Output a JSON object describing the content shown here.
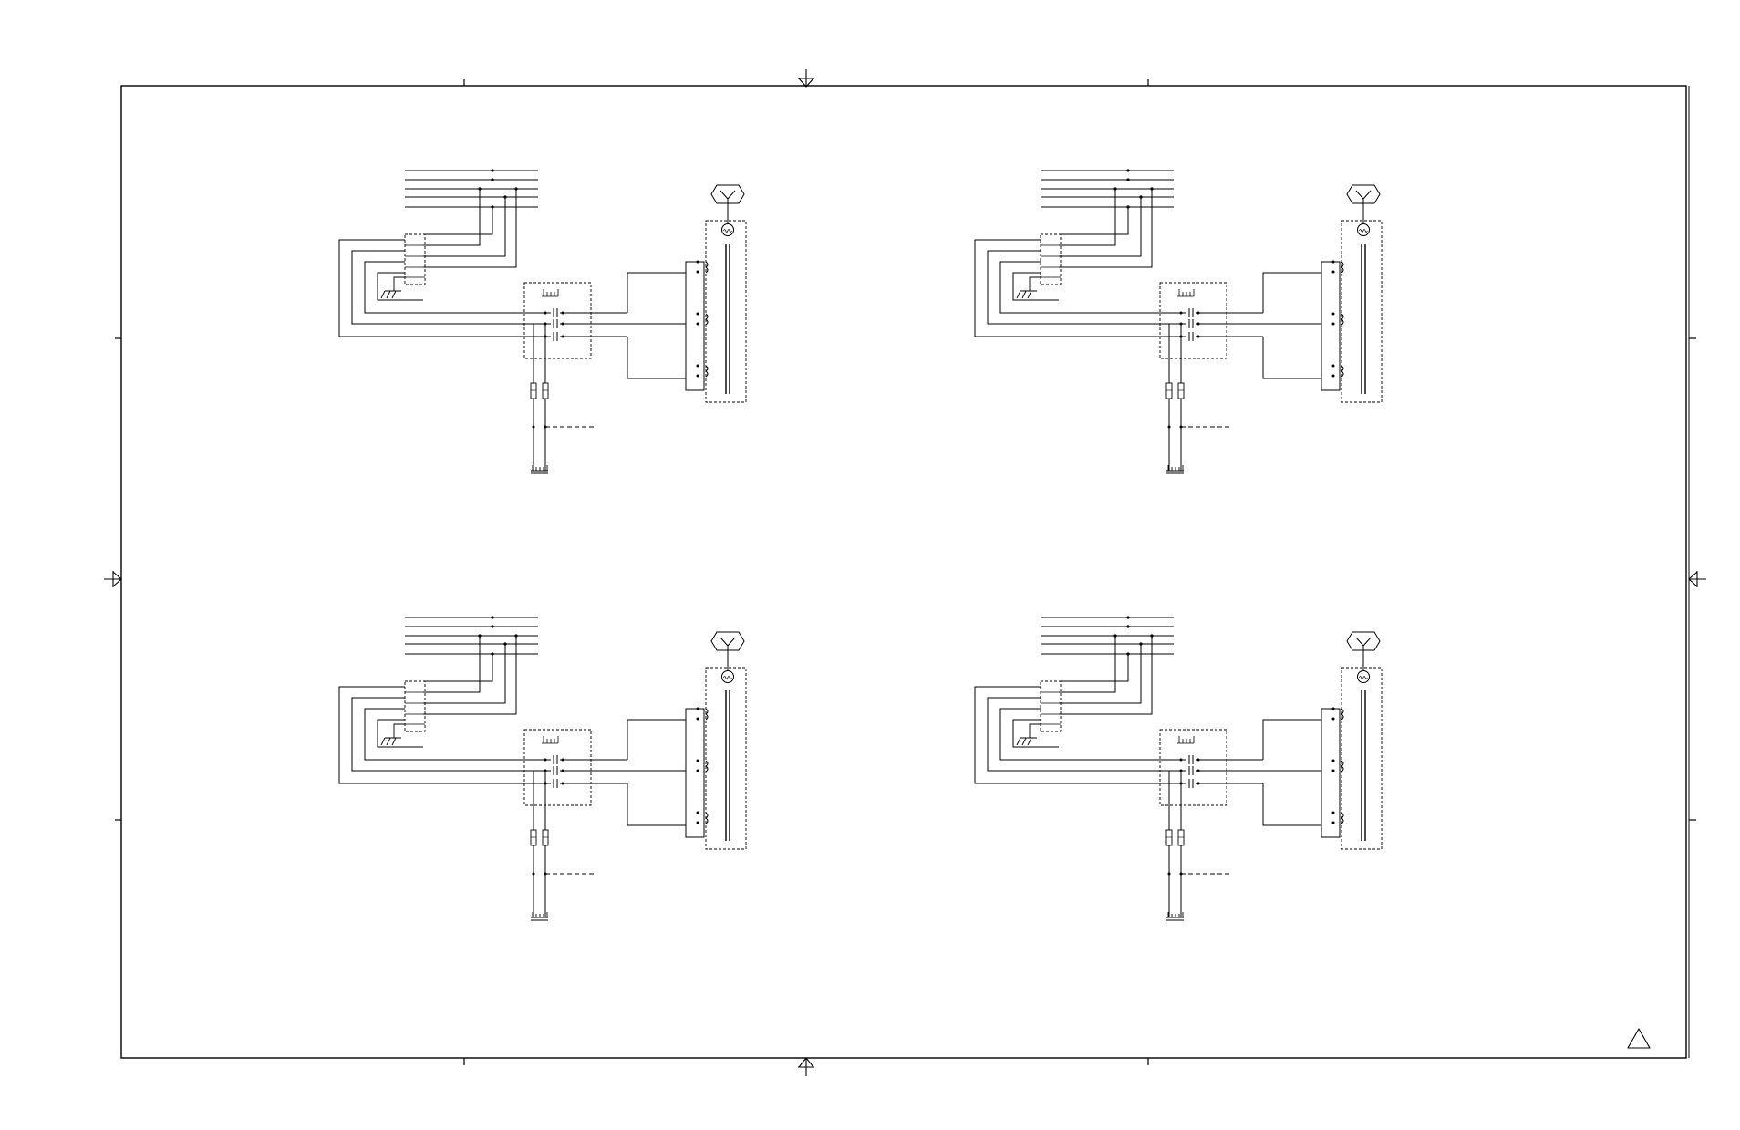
{
  "drawing": {
    "line_color": "#000000",
    "background": "#ffffff",
    "circuits": [
      {
        "id": "top-left"
      },
      {
        "id": "top-right"
      },
      {
        "id": "bottom-left"
      },
      {
        "id": "bottom-right"
      }
    ],
    "revision_symbol": "triangle"
  }
}
